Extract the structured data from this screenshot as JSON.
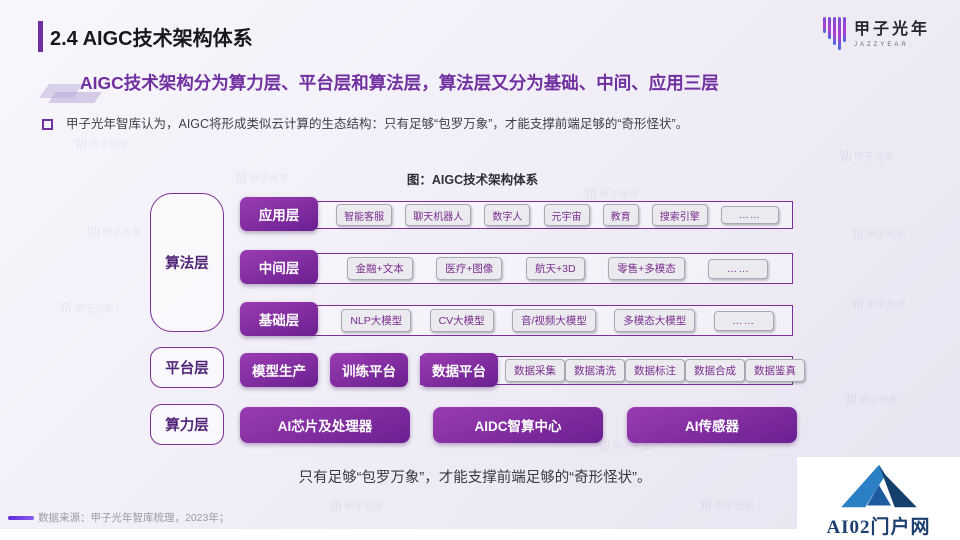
{
  "header": {
    "title": "2.4 AIGC技术架构体系",
    "logo_name": "甲子光年",
    "logo_sub": "JAZZYEAR"
  },
  "subtitle": "AIGC技术架构分为算力层、平台层和算法层，算法层又分为基础、中间、应用三层",
  "bullet": "甲子光年智库认为，AIGC将形成类似云计算的生态结构：只有足够“包罗万象”，才能支撑前端足够的“奇形怪状”。",
  "figure": {
    "title": "图：AIGC技术架构体系",
    "side_labels": [
      "算法层",
      "平台层",
      "算力层"
    ],
    "rows": [
      {
        "label": "应用层",
        "items": [
          "智能客服",
          "聊天机器人",
          "数字人",
          "元宇宙",
          "教育",
          "搜索引擎",
          "……"
        ]
      },
      {
        "label": "中间层",
        "items": [
          "金融+文本",
          "医疗+图像",
          "航天+3D",
          "零售+多模态",
          "……"
        ]
      },
      {
        "label": "基础层",
        "items": [
          "NLP大模型",
          "CV大模型",
          "音/视频大模型",
          "多模态大模型",
          "……"
        ]
      }
    ],
    "platform": {
      "buttons": [
        "模型生产",
        "训练平台",
        "数据平台"
      ],
      "items": [
        "数据采集",
        "数据清洗",
        "数据标注",
        "数据合成",
        "数据鉴真"
      ]
    },
    "compute": {
      "buttons": [
        "AI芯片及处理器",
        "AIDC智算中心",
        "AI传感器"
      ]
    }
  },
  "conclusion": "只有足够“包罗万象”，才能支撑前端足够的“奇形怪状”。",
  "footer": {
    "source": "数据来源：甲子光年智库梳理，2023年；"
  },
  "watermark": {
    "text": "甲子光年"
  },
  "badge": {
    "text": "AI02门户网"
  },
  "colors": {
    "accent_purple": "#7B2D8E",
    "title_purple": "#7030A0",
    "badge_blue": "#1C3F70"
  }
}
